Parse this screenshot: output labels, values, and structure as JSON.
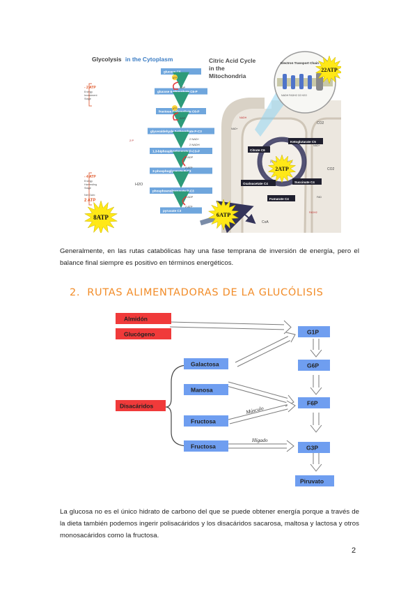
{
  "figure1": {
    "glycolysis_title_a": "Glycolysis",
    "glycolysis_title_b": "in the Cytoplasm",
    "cac_title": [
      "Citric Acid Cycle",
      "in the",
      "Mitochondria"
    ],
    "etc_title": "Electron Transport Chain",
    "steps": [
      {
        "name": "glucose",
        "c": "C6"
      },
      {
        "name": "glucose 6-phosphate",
        "c": "C6-P"
      },
      {
        "name": "fructose 6-phosphate",
        "c": "C6-P"
      },
      {
        "name": "glyceraldehyde 3-phosphate",
        "c": "P-C3"
      },
      {
        "name": "1,3-biphosphoglycerate",
        "c": "P-C3-P"
      },
      {
        "name": "3-phosphoglycerate",
        "c": "P-C3"
      },
      {
        "name": "phosphoenolpyruvate",
        "c": "P-C3"
      },
      {
        "name": "pyruvate",
        "c": "C3"
      }
    ],
    "side_labels": {
      "investment_atp": "- 2 ATP",
      "investment_desc": [
        "Energy",
        "Investment",
        "Stage"
      ],
      "harvest_atp": "- 4 ATP",
      "harvest_desc": [
        "Energy",
        "Harvesting",
        "Stage"
      ],
      "net_gain": "Net Gain:",
      "net_atp": "2 ATP"
    },
    "small_labels": {
      "atp": "ATP",
      "adp": "ADP",
      "two_adp": "2 ADP",
      "two_atp": "2 ATP",
      "two_nad": "2 NAD+",
      "two_nadh": "2 NADH",
      "water": "H2O",
      "pi": "P",
      "nadh": "NADH",
      "nad": "NAD+",
      "co2": "CO2",
      "fad": "FAD",
      "fadh2": "FADH2",
      "coa": "CoA",
      "two_pi": "2 P"
    },
    "krebs": {
      "title": "Krebs Cycle",
      "citrate": "Citrate C6",
      "ketoglutarate": "Ketoglutarate C5",
      "succinate": "Succinate C4",
      "fumarate": "Fumarate C4",
      "oxaloacetate": "Oxaloacetate C4"
    },
    "bursts": {
      "b22": "22ATP",
      "b2": "2ATP",
      "b6": "6ATP",
      "b8": "8ATP"
    }
  },
  "paragraph1": "Generalmente, en las rutas catabólicas hay una fase temprana de inversión de energía, pero el balance final siempre es positivo en términos energéticos.",
  "section": {
    "number": "2.",
    "title": "RUTAS ALIMENTADORAS DE LA GLUCÓLISIS"
  },
  "figure2": {
    "almidon": "Almidón",
    "glucogeno": "Glucógeno",
    "disacaridos": "Disacáridos",
    "galactosa": "Galactosa",
    "manosa": "Manosa",
    "fructosa1": "Fructosa",
    "fructosa2": "Fructosa",
    "g1p": "G1P",
    "g6p": "G6P",
    "f6p": "F6P",
    "g3p": "G3P",
    "piruvato": "Piruvato",
    "musculo": "Músculo",
    "higado": "Hígado"
  },
  "paragraph2": "La glucosa no es el único hidrato de carbono del que se puede obtener energía porque a través de la dieta también podemos ingerir polisacáridos y los disacáridos sacarosa, maltosa y lactosa y otros monosacáridos como la fructosa.",
  "page_number": "2",
  "colors": {
    "heading": "#f28c28",
    "red_box": "#f03a3a",
    "blue_box": "#6f9ef0",
    "step_box": "#6fa6dd",
    "burst": "#ffe817",
    "mito": "#d9d2c6"
  }
}
